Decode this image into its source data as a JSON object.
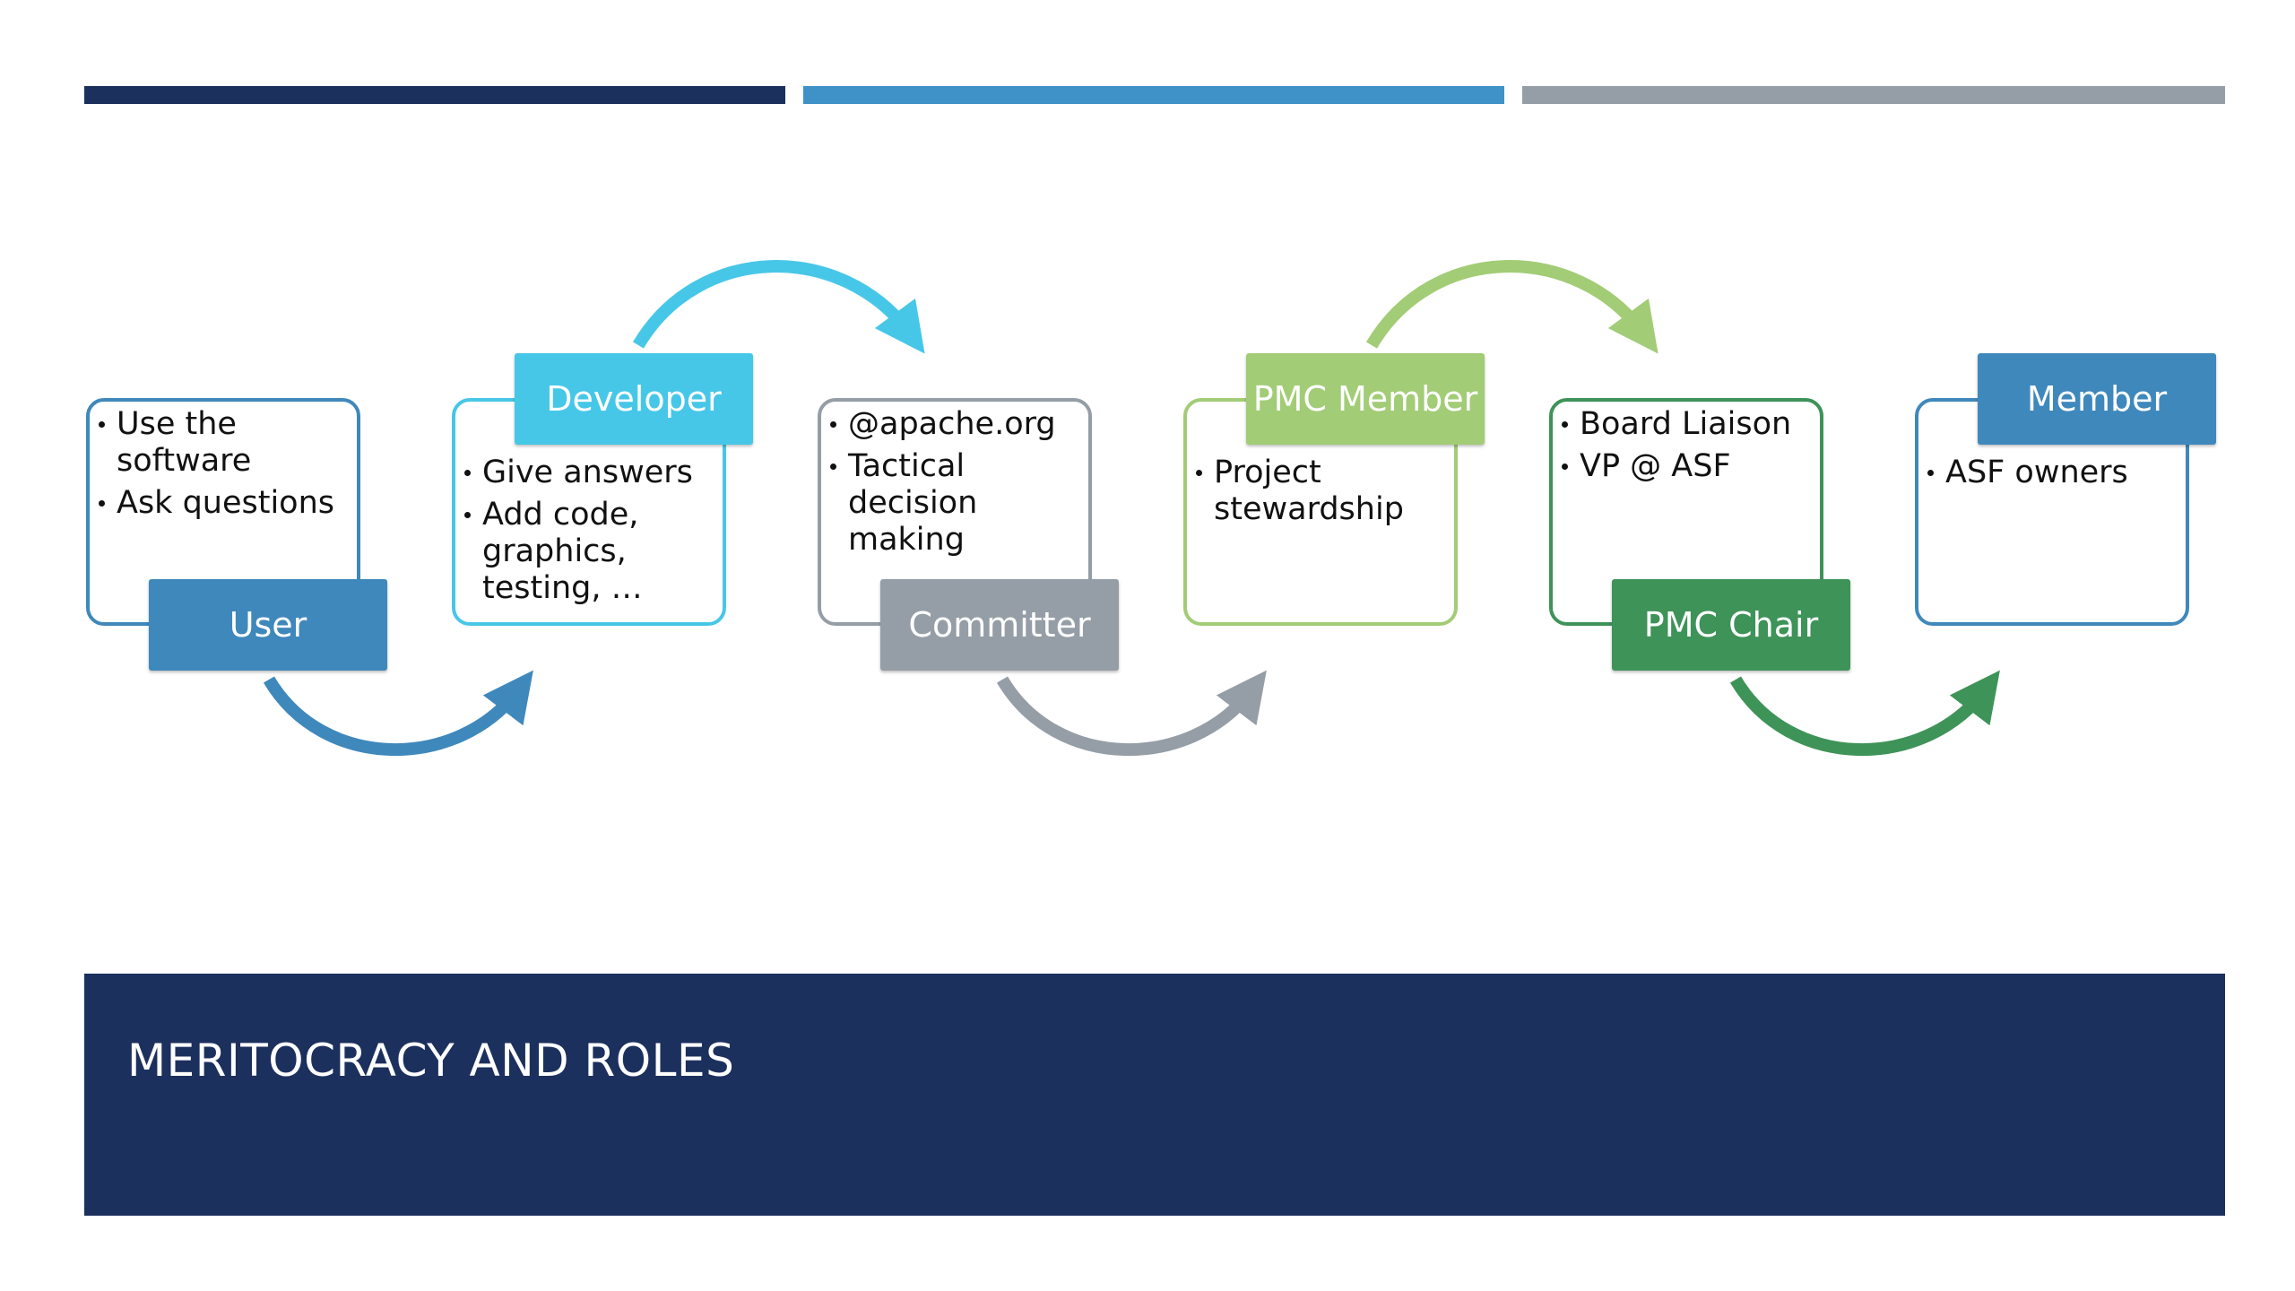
{
  "colors": {
    "dark_navy": "#1c305e",
    "steel_blue": "#3f88bc",
    "cyan": "#47c7e8",
    "gray": "#959ea6",
    "light_green": "#a2cc76",
    "green": "#3e9358",
    "light_blue_bar": "#3f92c7"
  },
  "roles": [
    {
      "label": "User",
      "items": [
        "Use the software",
        "Ask questions"
      ]
    },
    {
      "label": "Developer",
      "items": [
        "Give answers",
        "Add code, graphics, testing, …"
      ]
    },
    {
      "label": "Committer",
      "items": [
        "@apache.org",
        "Tactical decision making"
      ]
    },
    {
      "label": "PMC Member",
      "items": [
        "Project stewardship"
      ]
    },
    {
      "label": "PMC Chair",
      "items": [
        "Board Liaison",
        "VP @ ASF"
      ]
    },
    {
      "label": "Member",
      "items": [
        "ASF owners"
      ]
    }
  ],
  "footer": {
    "title": "MERITOCRACY AND ROLES"
  }
}
